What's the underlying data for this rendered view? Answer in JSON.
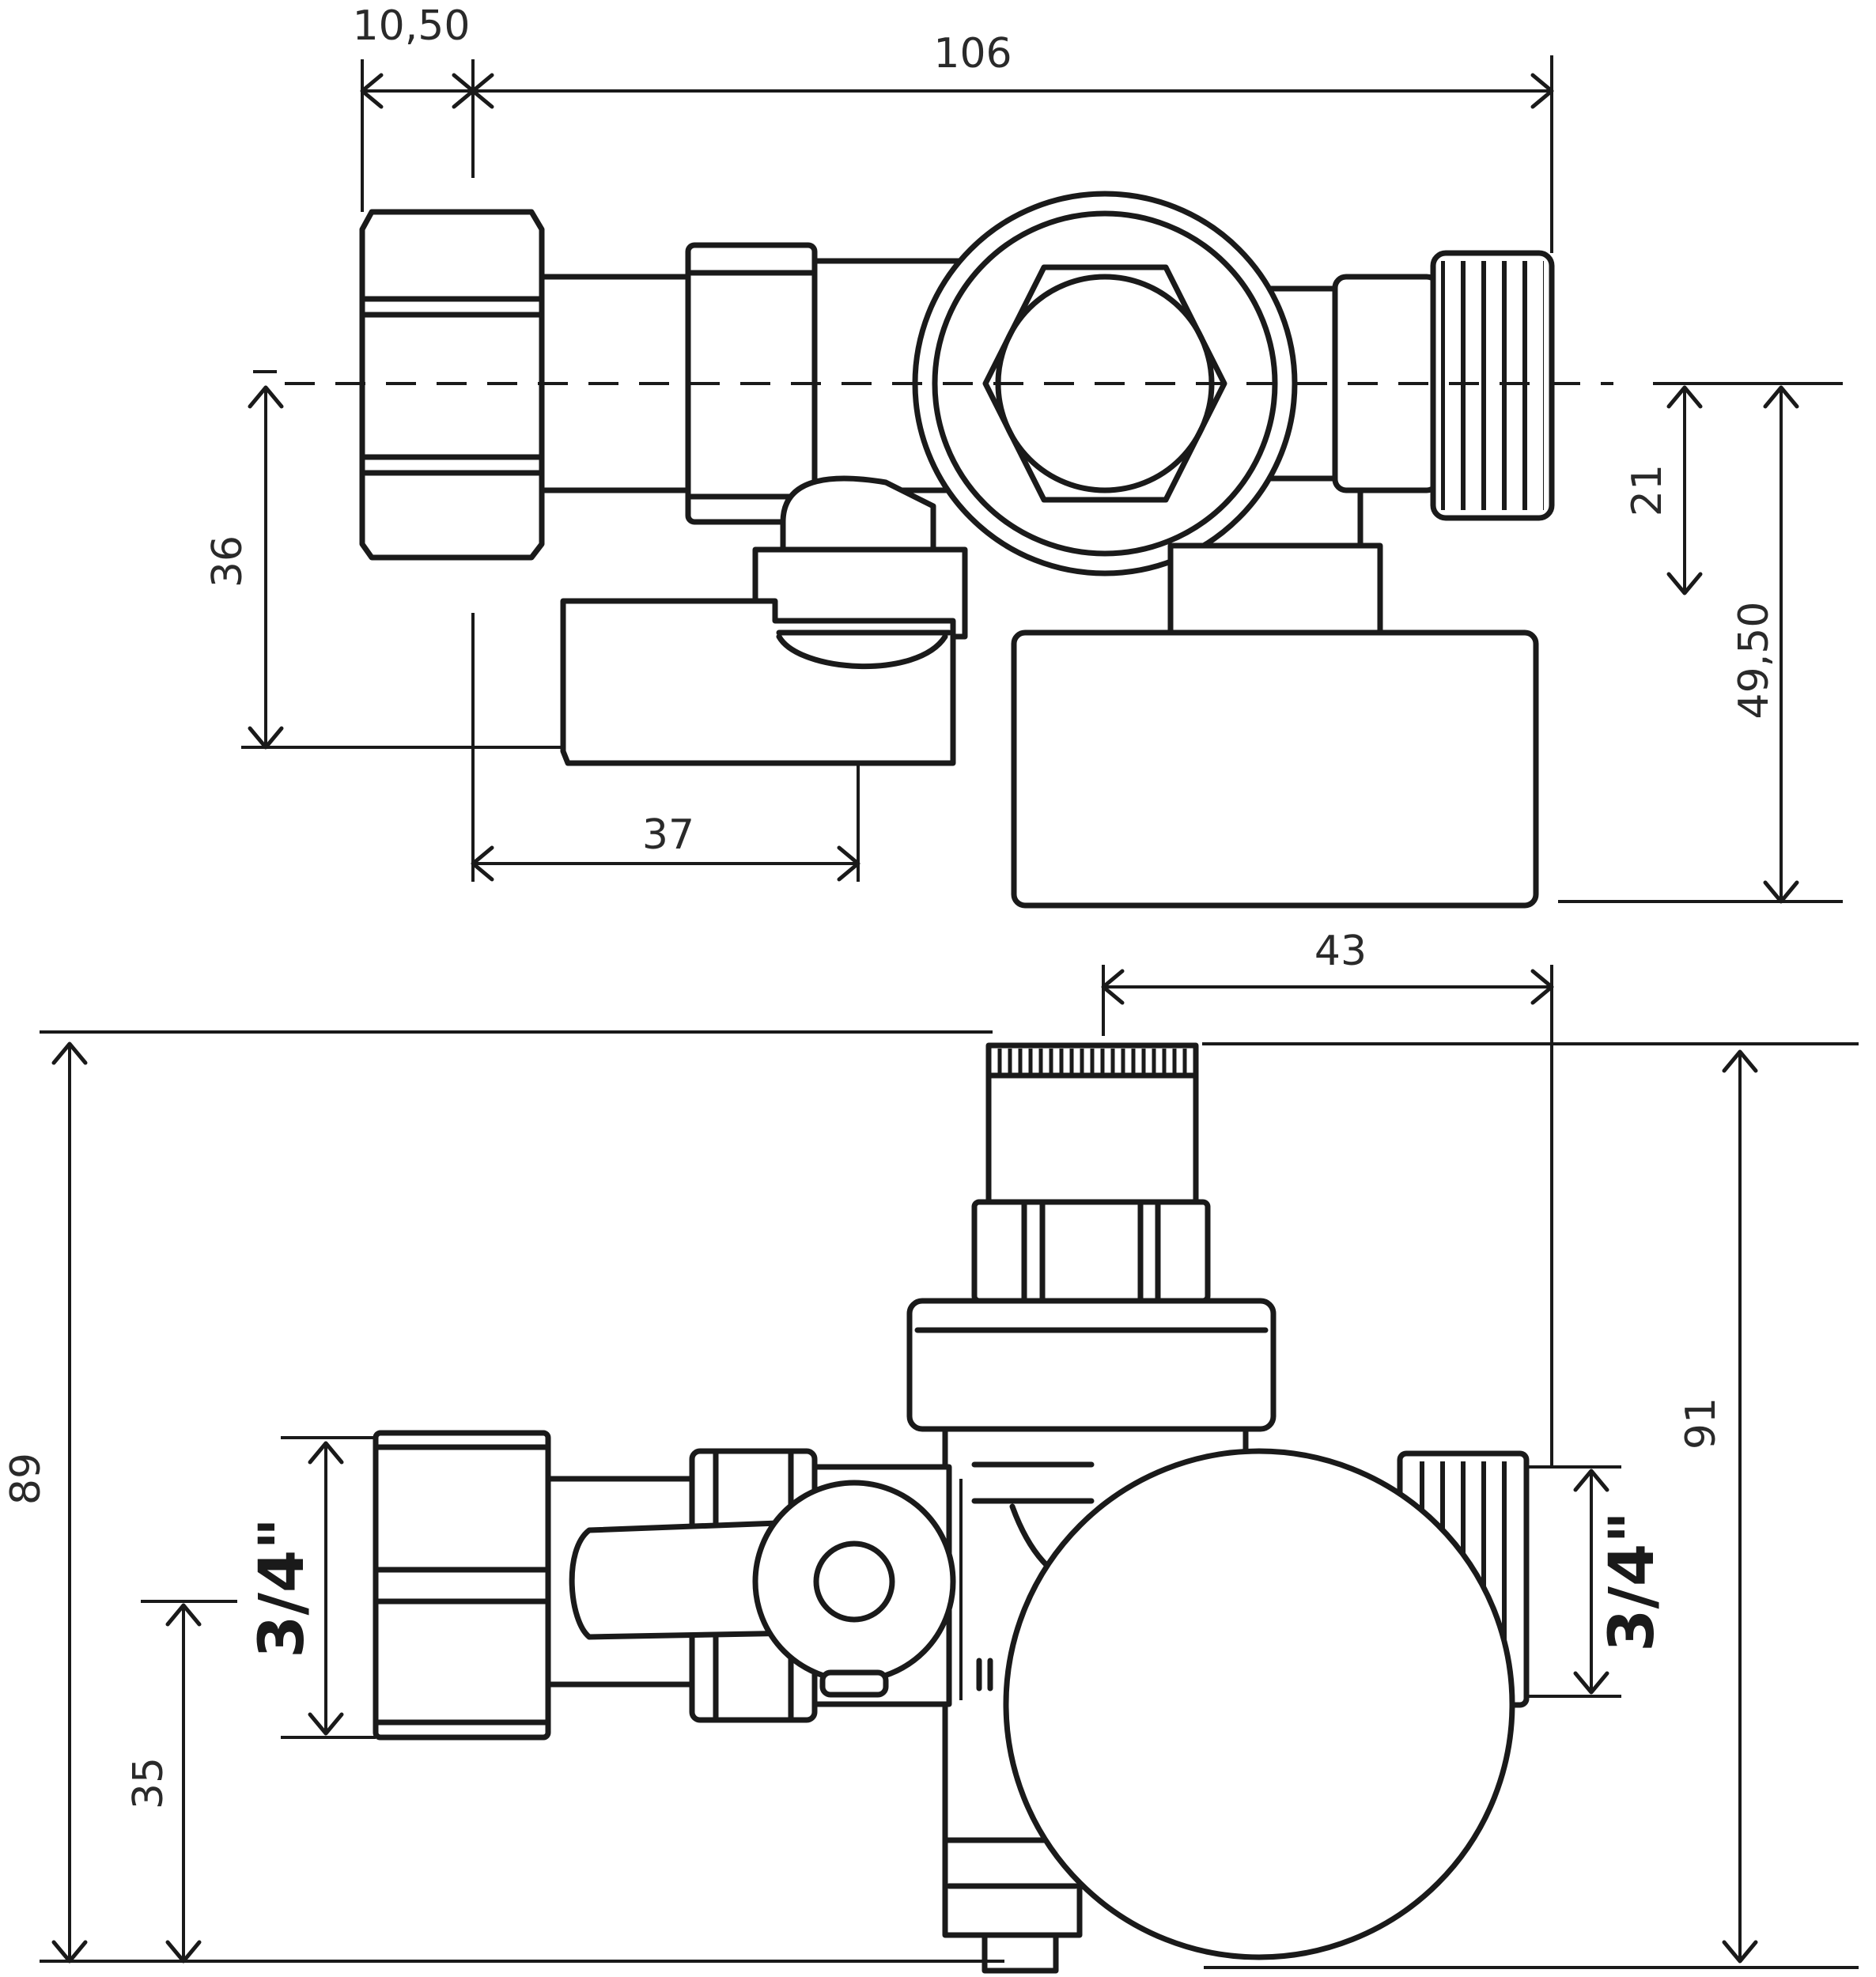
{
  "dimensions": {
    "top_nut_width": "10,50",
    "top_overall_length": "106",
    "top_handle_offset": "36",
    "top_handle_length": "37",
    "top_body_to_thread": "21",
    "top_body_depth": "49,50",
    "bottom_cap_to_thread": "43",
    "bottom_overall_height_left": "89",
    "bottom_overall_height_right": "91",
    "bottom_inlet_height": "35"
  },
  "threads": {
    "inlet_size": "3/4\"",
    "outlet_size": "3/4\""
  }
}
